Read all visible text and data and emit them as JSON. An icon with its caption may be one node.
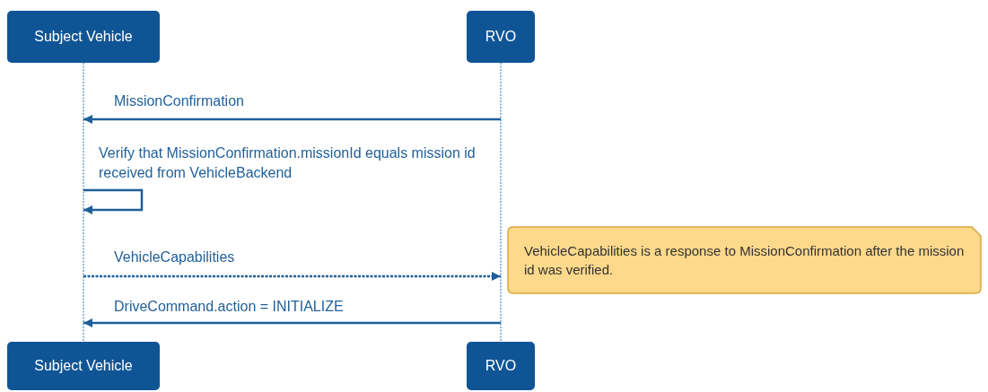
{
  "diagram": {
    "nodes": [
      {
        "text": [
          "Subject Vehicle"
        ]
      },
      {
        "text": [
          "RVO"
        ]
      },
      {
        "text": [],
        "shape": "line"
      },
      {
        "text": [],
        "shape": "line"
      },
      {
        "text": [
          "VehicleCapabilities is a response to MissionConfirmation after the mission id was verified."
        ]
      },
      {
        "text": [
          "Subject Vehicle"
        ]
      },
      {
        "text": [
          "RVO"
        ]
      }
    ],
    "edges": [
      {
        "from": 3,
        "to": 2,
        "arrow": "to",
        "label": "MissionConfirmation"
      },
      {
        "from": 2,
        "to": 2,
        "arrow": "to",
        "label": "Verify that MissionConfirmation.missionId equals mission id received from VehicleBackend"
      },
      {
        "from": 2,
        "to": 3,
        "arrow": "to",
        "label": "VehicleCapabilities",
        "style": "dashed"
      },
      {
        "from": 3,
        "to": 2,
        "arrow": "to",
        "label": "DriveCommand.action = INITIALIZE"
      }
    ]
  }
}
